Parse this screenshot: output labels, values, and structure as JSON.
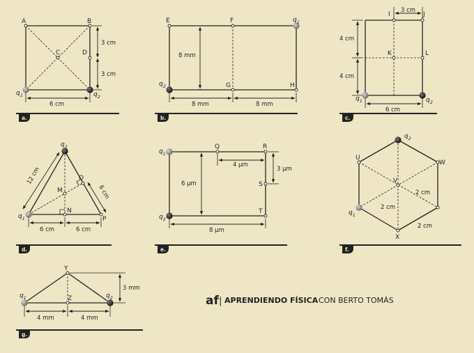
{
  "brand": {
    "logo": "af",
    "separator": "|",
    "title": "APRENDIENDO FÍSICA",
    "subtitle": "CON BERTO TOMÁS"
  },
  "charge_labels": {
    "q1": "q",
    "q2": "q",
    "q1_index": "1",
    "q2_index": "2"
  },
  "panels": [
    {
      "tag": "a.",
      "points": {
        "A": "A",
        "B": "B",
        "C": "C",
        "D": "D"
      },
      "dims": {
        "upper_right": "3 cm",
        "lower_right": "3 cm",
        "bottom": "6 cm"
      }
    },
    {
      "tag": "b.",
      "points": {
        "E": "E",
        "F": "F",
        "G": "G",
        "H": "H"
      },
      "dims": {
        "height": "8 mm",
        "bottom_left": "8 mm",
        "bottom_right": "8 mm"
      }
    },
    {
      "tag": "c.",
      "points": {
        "I": "I",
        "J": "J",
        "K": "K",
        "L": "L"
      },
      "dims": {
        "top": "3 cm",
        "left_upper": "4 cm",
        "left_lower": "4 cm",
        "bottom": "6 cm"
      }
    },
    {
      "tag": "d.",
      "points": {
        "M": "M",
        "N": "N",
        "O": "O",
        "P": "P"
      },
      "dims": {
        "left_side": "12 cm",
        "right_side": "6 cm",
        "bottom_left": "6 cm",
        "bottom_right": "6 cm"
      }
    },
    {
      "tag": "e.",
      "points": {
        "Q": "Q",
        "R": "R",
        "S": "S",
        "T": "T"
      },
      "dims": {
        "top": "4 μm",
        "right": "3 μm",
        "left": "6 μm",
        "bottom": "8 μm"
      }
    },
    {
      "tag": "f.",
      "points": {
        "U": "U",
        "V": "V",
        "W": "W",
        "X": "X"
      },
      "dims": {
        "inner_upper": "2 cm",
        "inner_lower": "2 cm",
        "side": "2 cm"
      }
    },
    {
      "tag": "g.",
      "points": {
        "Y": "Y",
        "Z": "Z"
      },
      "dims": {
        "height": "3 mm",
        "bottom_left": "4 mm",
        "bottom_right": "4 mm"
      }
    }
  ],
  "colors": {
    "background": "#efe6c6",
    "ink": "#222222",
    "q1_charge": "#8a8a8a",
    "q2_charge": "#2b2b2b"
  }
}
